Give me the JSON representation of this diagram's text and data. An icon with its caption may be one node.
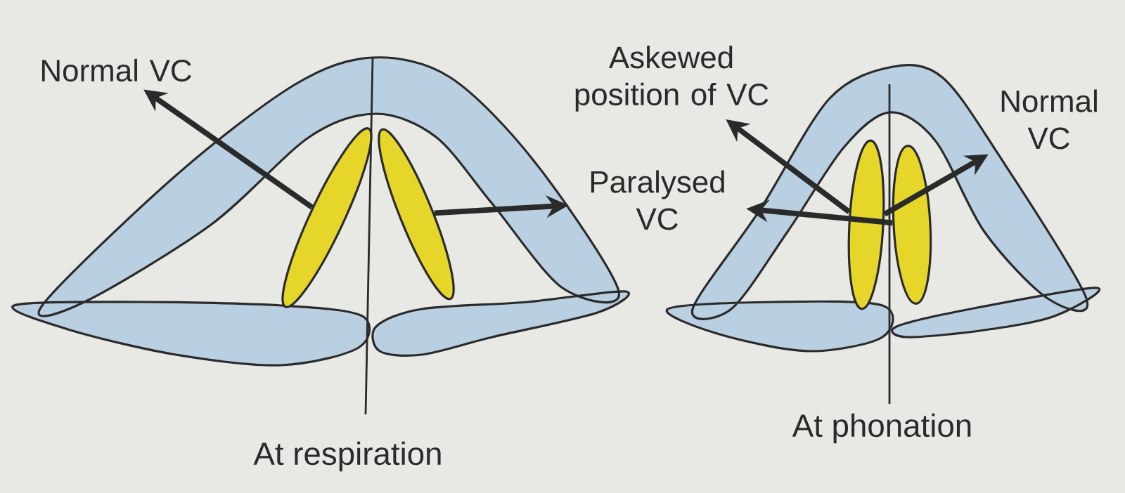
{
  "diagram": {
    "nodes": [
      {
        "text": [
          "Normal VC"
        ]
      },
      {
        "text": [],
        "shape": "ellipse"
      },
      {
        "text": [],
        "shape": "ellipse"
      },
      {
        "text": [
          "Paralysed VC"
        ]
      },
      {
        "text": [
          "Askewed position of VC"
        ]
      },
      {
        "text": [],
        "shape": "ellipse"
      },
      {
        "text": [],
        "shape": "ellipse"
      },
      {
        "text": [
          "Normal VC"
        ]
      }
    ],
    "edges": [
      {
        "from": 1,
        "to": 0,
        "arrow": "to"
      },
      {
        "from": 2,
        "to": 3,
        "arrow": "to"
      },
      {
        "from": 6,
        "to": 3,
        "arrow": "to"
      },
      {
        "from": 5,
        "to": 4,
        "arrow": "to"
      },
      {
        "from": 5,
        "to": 7,
        "arrow": "to"
      }
    ],
    "labels": [
      "At respiration",
      "At phonation"
    ]
  }
}
